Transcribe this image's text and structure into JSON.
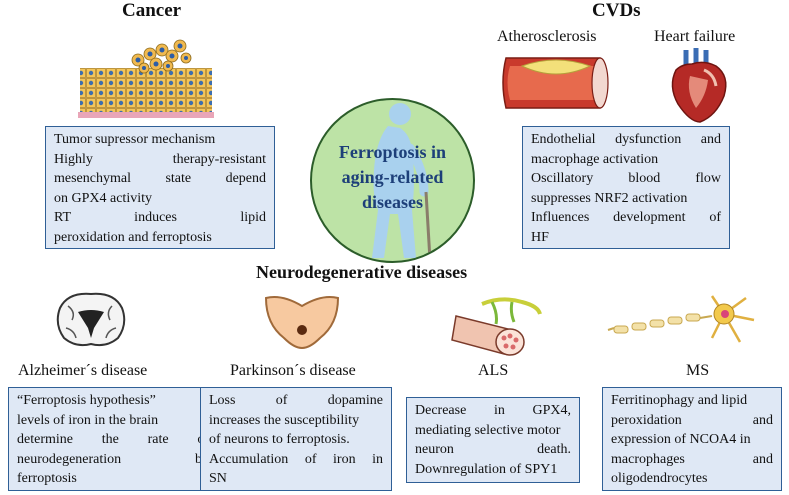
{
  "center": {
    "lines": [
      "Ferroptosis in",
      "aging-related",
      "diseases"
    ]
  },
  "cancer": {
    "title": "Cancer",
    "box_lines": [
      "Tumor supressor mechanism",
      "Highly therapy-resistant",
      "mesenchymal state depend",
      "on GPX4 activity",
      "RT induces lipid",
      "peroxidation and ferroptosis"
    ]
  },
  "cvds": {
    "title": "CVDs",
    "sub1": "Atherosclerosis",
    "sub2": "Heart failure",
    "box_lines": [
      "Endothelial dysfunction and",
      "macrophage activation",
      "Oscillatory blood flow",
      "suppresses NRF2 activation",
      "Influences development of",
      "HF"
    ]
  },
  "neuro": {
    "title": "Neurodegenerative diseases"
  },
  "alzheimer": {
    "label": "Alzheimer´s disease",
    "box_lines": [
      "“Ferroptosis hypothesis”",
      "levels of iron in the brain",
      "determine the rate of",
      "neurodegeneration by",
      "ferroptosis"
    ]
  },
  "parkinson": {
    "label": "Parkinson´s disease",
    "box_lines": [
      "Loss of dopamine",
      "increases the susceptibility",
      "of neurons to ferroptosis.",
      "Accumulation of iron in",
      "SN"
    ]
  },
  "als": {
    "label": "ALS",
    "box_lines": [
      "Decrease in GPX4,",
      "mediating selective motor",
      "neuron death.",
      "Downregulation of SPY1"
    ]
  },
  "ms": {
    "label": "MS",
    "box_lines": [
      "Ferritinophagy and lipid",
      "peroxidation and",
      "expression of NCOA4 in",
      "macrophages and",
      "oligodendrocytes"
    ]
  },
  "colors": {
    "box_fill": "#dfe8f5",
    "box_border": "#2f5f96",
    "circle_fill": "#bde3a6",
    "center_text": "#1d3f79"
  }
}
